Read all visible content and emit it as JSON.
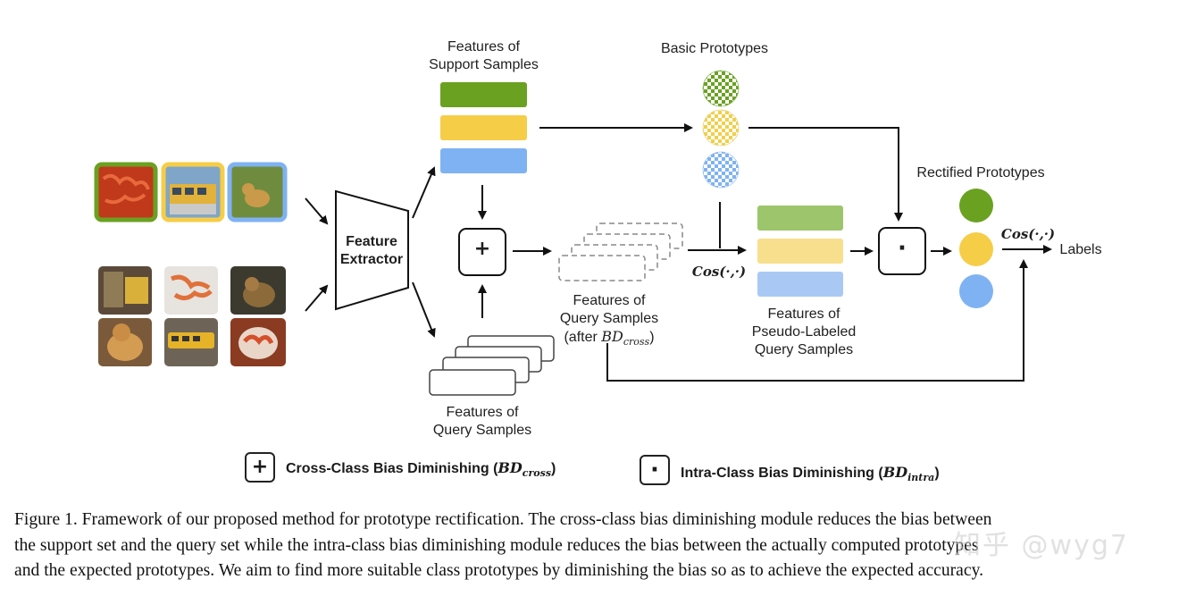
{
  "labels": {
    "support_features": [
      "Features of",
      "Support Samples"
    ],
    "basic_prototypes": "Basic Prototypes",
    "rectified_prototypes": "Rectified Prototypes",
    "feature_extractor": [
      "Feature",
      "Extractor"
    ],
    "query_after": [
      "Features of",
      "Query Samples",
      "(after "
    ],
    "query_after_math": "BD",
    "query_after_sub": "cross",
    "query_after_close": ")",
    "pseudo_labeled": [
      "Features of",
      "Pseudo-Labeled",
      "Query Samples"
    ],
    "query_features": [
      "Features of",
      "Query Samples"
    ],
    "cos_mid": "Cos(·,·)",
    "cos_right": "Cos(·,·)",
    "labels_out": "Labels"
  },
  "legend": {
    "cross": {
      "symbol": "+",
      "text": "Cross-Class Bias Diminishing (",
      "math": "BD",
      "sub": "cross",
      "close": ")"
    },
    "intra": {
      "symbol": "·",
      "text": "Intra-Class Bias Diminishing (",
      "math": "BD",
      "sub": "intra",
      "close": ")"
    }
  },
  "operators": {
    "plus": "+",
    "dot": "·"
  },
  "colors": {
    "green": "#6aa121",
    "yellow": "#f6cd47",
    "blue": "#7fb2f2",
    "light_green": "#9dc56b",
    "light_yellow": "#f8df8e",
    "light_blue": "#a9c9f4"
  },
  "caption": [
    "Figure 1. Framework of our proposed method for prototype rectification. The cross-class bias diminishing module reduces the bias between",
    "the support set and the query set while the intra-class bias diminishing module reduces the bias between the actually computed prototypes",
    "and the expected prototypes. We aim to find more suitable class prototypes by diminishing the bias so as to achieve the expected accuracy."
  ],
  "watermark": "知乎 @wyg7"
}
